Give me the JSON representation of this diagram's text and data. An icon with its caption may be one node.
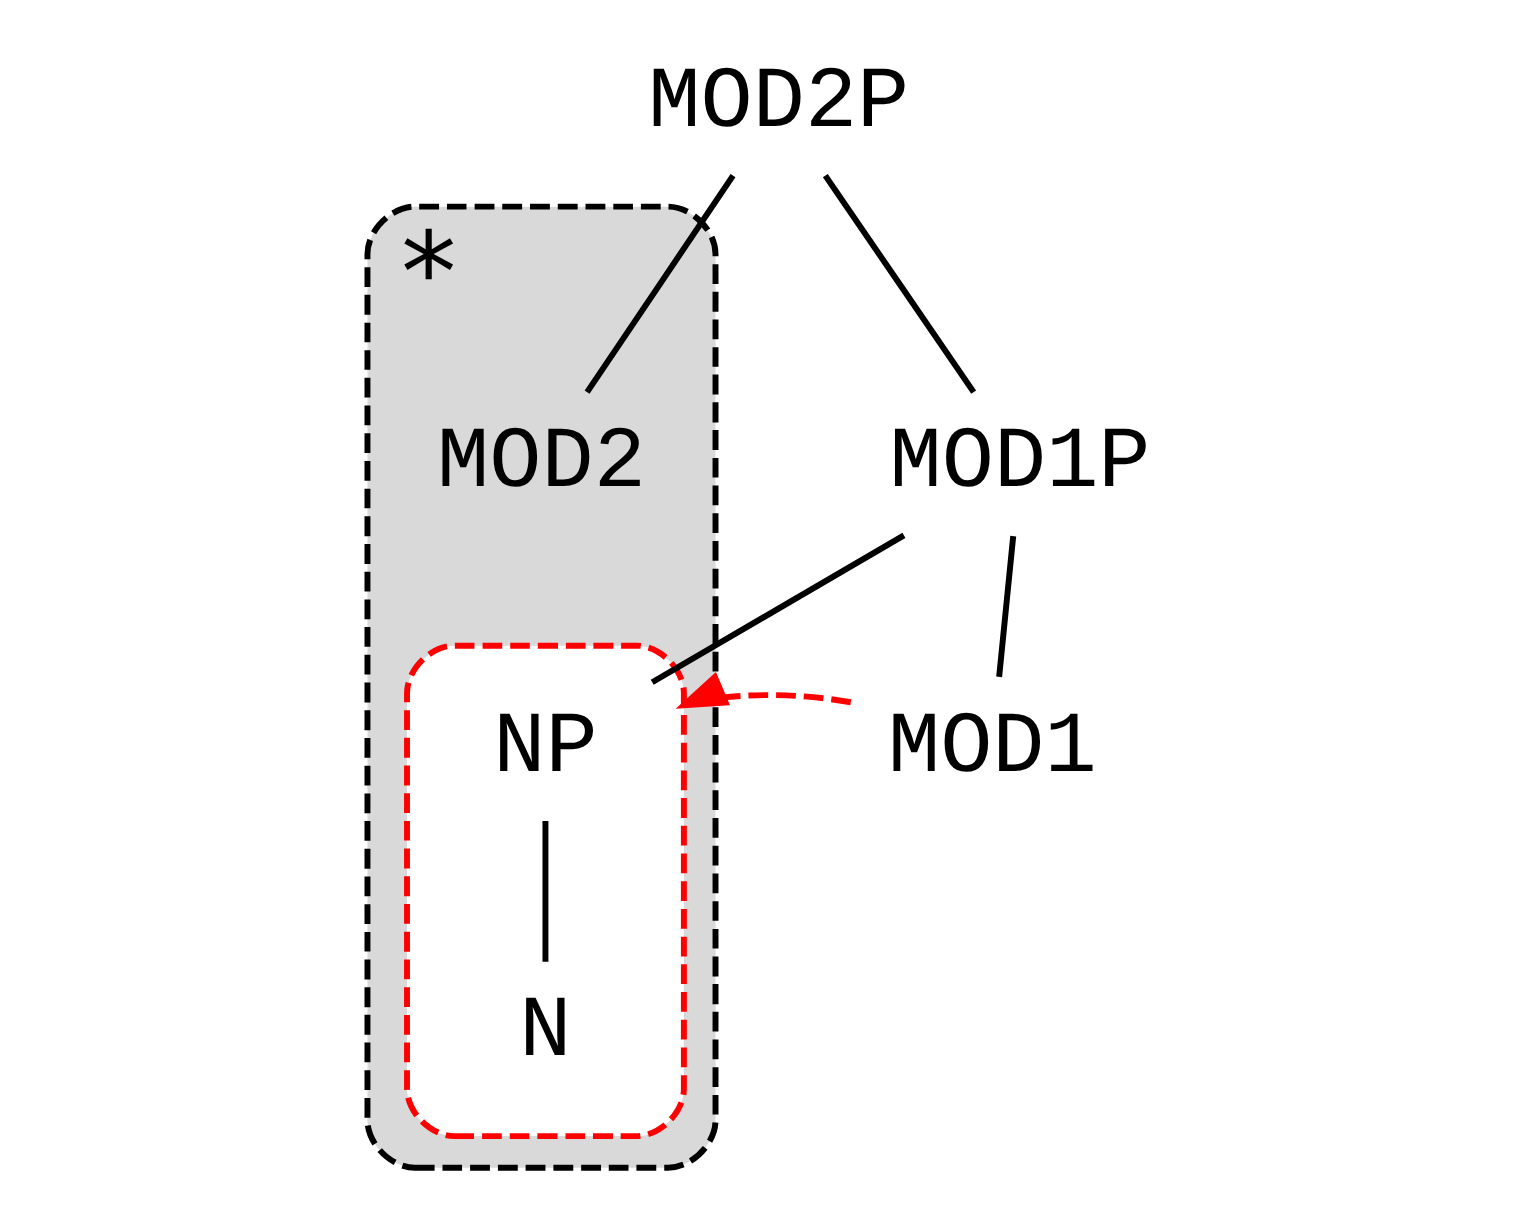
{
  "diagram": {
    "nodes": [
      {
        "text": [
          "MOD2P"
        ]
      },
      {
        "text": [
          "MOD1P"
        ]
      },
      {
        "text": [
          "*"
        ]
      },
      {
        "text": [
          "MOD2"
        ],
        "in": 2
      },
      {
        "text": [
          "MOD1"
        ]
      },
      {
        "text": [],
        "shape": "box",
        "in": 2
      },
      {
        "text": [
          "NP"
        ],
        "in": 5
      },
      {
        "text": [
          "N"
        ],
        "in": 5
      }
    ],
    "edges": [
      {
        "from": 0,
        "to": 1,
        "arrow": "none"
      },
      {
        "from": 0,
        "to": 3,
        "arrow": "none"
      },
      {
        "from": 1,
        "to": 4,
        "arrow": "none"
      },
      {
        "from": 1,
        "to": 6,
        "arrow": "none"
      },
      {
        "from": 6,
        "to": 7,
        "arrow": "none"
      },
      {
        "from": 4,
        "to": 5,
        "arrow": "to",
        "style": "dashed",
        "color": "#ff0000"
      }
    ]
  }
}
